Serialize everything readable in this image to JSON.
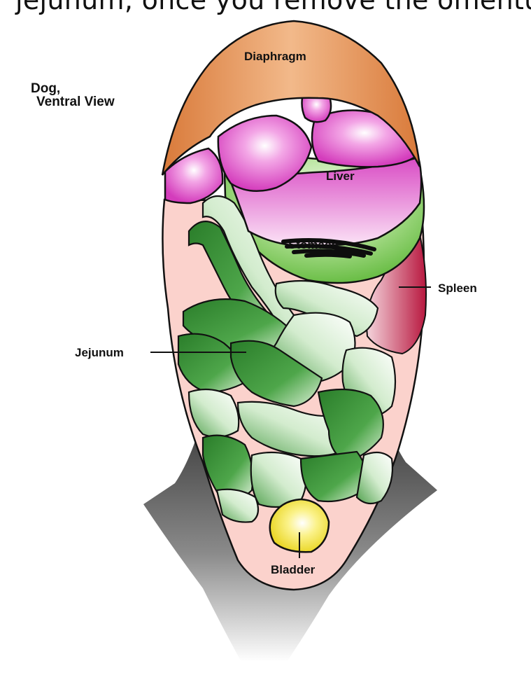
{
  "caption": "jejunum, once you remove the omentu",
  "title": {
    "line1": "Dog,",
    "line2": "Ventral View"
  },
  "labels": {
    "diaphragm": "Diaphragm",
    "liver": "Liver",
    "stomach": "Stomach",
    "spleen": "Spleen",
    "jejunum": "Jejunum",
    "bladder": "Bladder"
  },
  "colors": {
    "diaphragm": "#e08a4e",
    "liver": "#e05cc8",
    "stomach": "#7cc956",
    "spleen": "#c8365a",
    "intestine_dark": "#2f8a2f",
    "intestine_light": "#e9f5e6",
    "body": "#fbd2cc",
    "bladder": "#f2e233",
    "shadow": "#6a6a6a"
  }
}
